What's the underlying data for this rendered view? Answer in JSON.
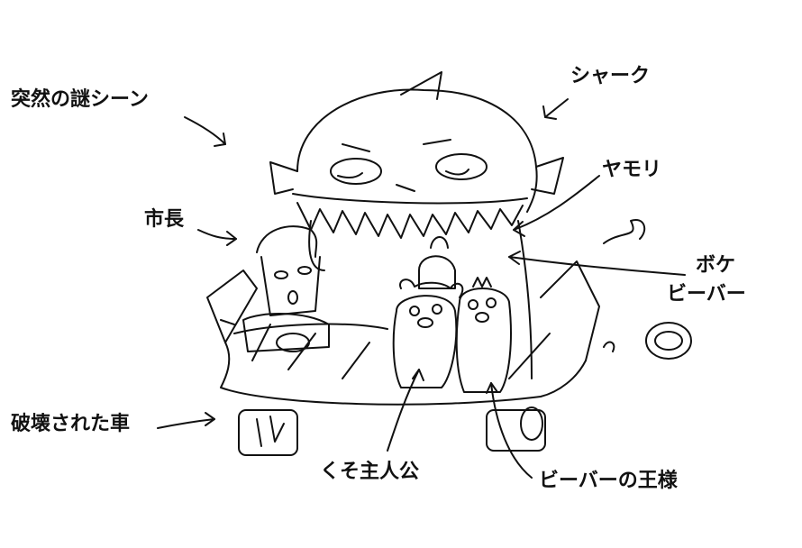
{
  "labels": {
    "sudden_scene": "突然の謎シーン",
    "shark": "シャーク",
    "gecko": "ヤモリ",
    "mayor": "市長",
    "silly_beaver_line1": "ボケ",
    "silly_beaver_line2": "ビーバー",
    "destroyed_car": "破壊された車",
    "protagonist": "くそ主人公",
    "beaver_king": "ビーバーの王様"
  }
}
